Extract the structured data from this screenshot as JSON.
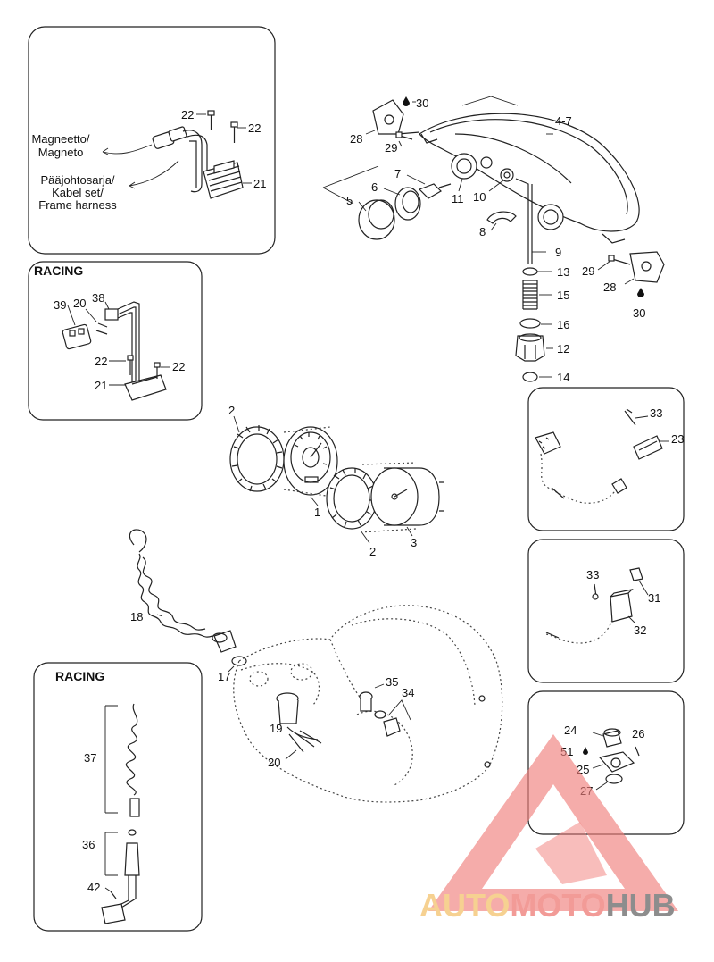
{
  "boxes": {
    "top_left": {
      "labels": [
        "Magneetto/",
        "Magneto",
        "Pääjohtosarja/",
        "Kabel set/",
        "Frame harness"
      ]
    },
    "racing_1": {
      "title": "RACING"
    },
    "racing_2": {
      "title": "RACING"
    }
  },
  "parts": {
    "p1": "1",
    "p2a": "2",
    "p2b": "2",
    "p3": "3",
    "p4_7": "4-7",
    "p5": "5",
    "p6": "6",
    "p7": "7",
    "p8": "8",
    "p9": "9",
    "p10": "10",
    "p11": "11",
    "p12": "12",
    "p13": "13",
    "p14": "14",
    "p15": "15",
    "p16": "16",
    "p17": "17",
    "p18": "18",
    "p19": "19",
    "p20a": "20",
    "p20b": "20",
    "p21a": "21",
    "p21b": "21",
    "p22a": "22",
    "p22b": "22",
    "p22c": "22",
    "p22d": "22",
    "p23": "23",
    "p24": "24",
    "p25": "25",
    "p26": "26",
    "p27": "27",
    "p28a": "28",
    "p28b": "28",
    "p29a": "29",
    "p29b": "29",
    "p30a": "30",
    "p30b": "30",
    "p31": "31",
    "p32": "32",
    "p33a": "33",
    "p33b": "33",
    "p34": "34",
    "p35": "35",
    "p36": "36",
    "p37": "37",
    "p38": "38",
    "p39": "39",
    "p42": "42",
    "p51": "51"
  },
  "watermark": {
    "part1": "AUTO",
    "part2": "MOTO",
    "part3": "HUB",
    "colors": {
      "auto": "#f5c97e",
      "moto": "#f08a86",
      "hub": "#7a7a7a",
      "triangle": "#f07d7a"
    }
  }
}
